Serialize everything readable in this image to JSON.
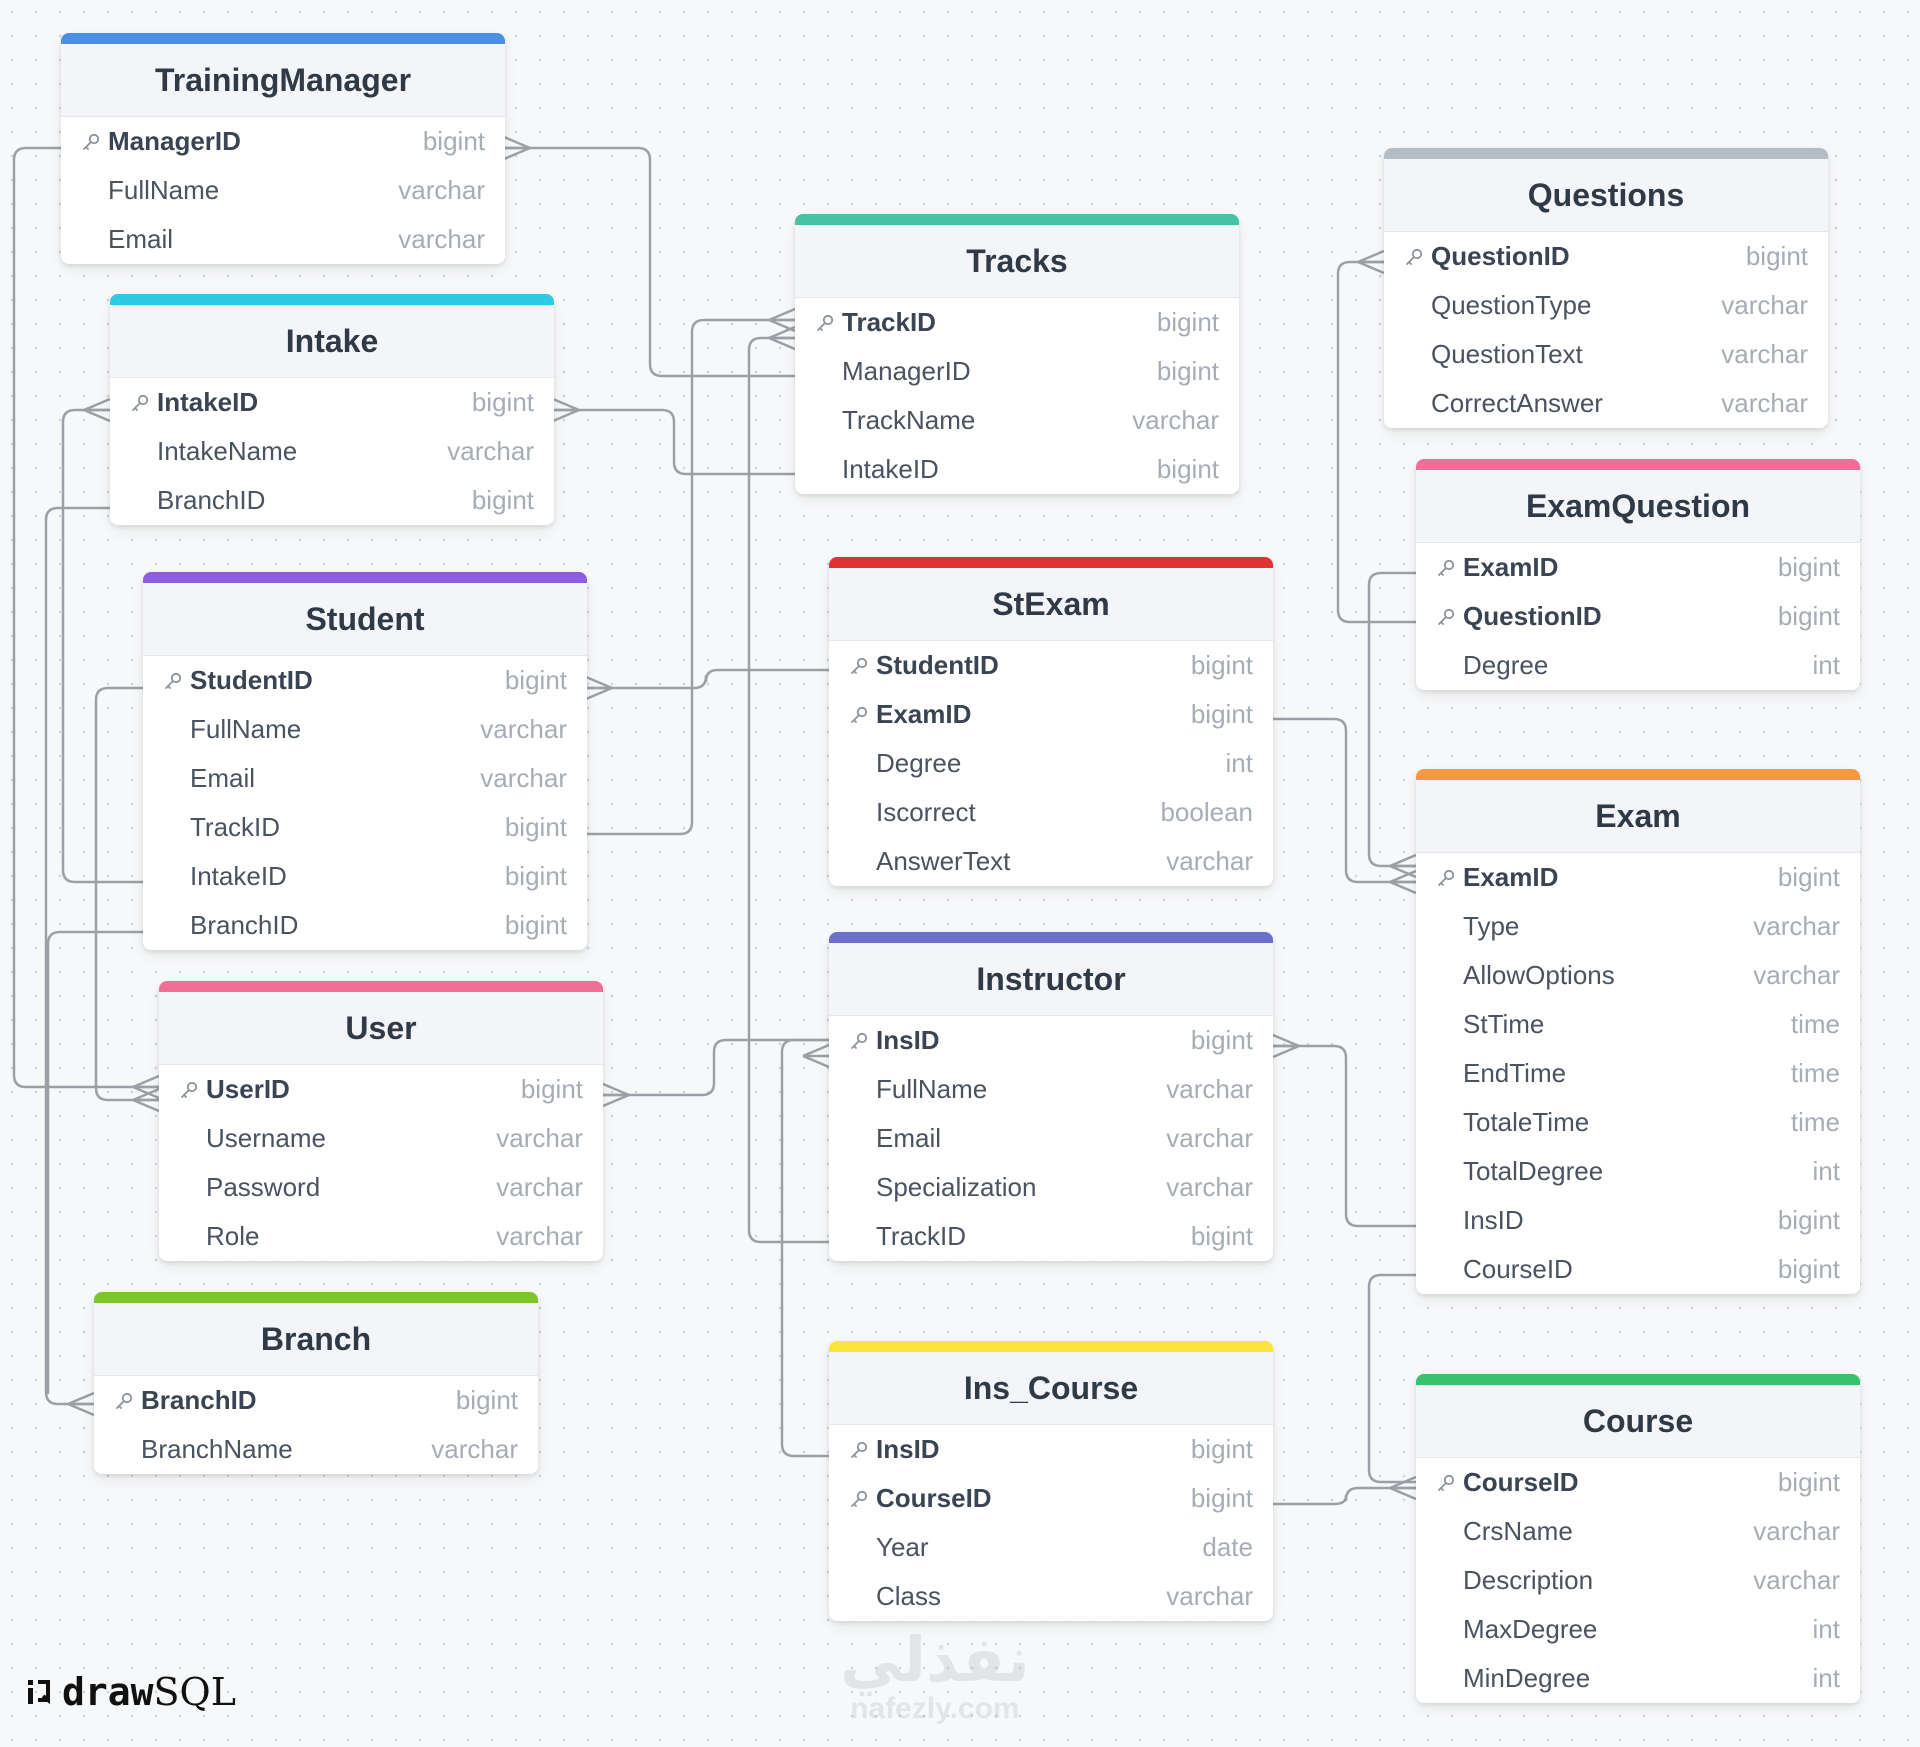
{
  "app": {
    "brand": "drawSQL",
    "brand_draw": "draw",
    "brand_sql": "SQL"
  },
  "watermark": {
    "arabic": "نفذلي",
    "latin": "nafezly.com"
  },
  "colors": {
    "line": "#9aa0a6",
    "key_icon": "#8c939b"
  },
  "tables": [
    {
      "id": "TrainingManager",
      "name": "TrainingManager",
      "color": "#4a90e2",
      "columns": [
        {
          "name": "ManagerID",
          "type": "bigint",
          "pk": true
        },
        {
          "name": "FullName",
          "type": "varchar",
          "pk": false
        },
        {
          "name": "Email",
          "type": "varchar",
          "pk": false
        }
      ]
    },
    {
      "id": "Intake",
      "name": "Intake",
      "color": "#2ec9e6",
      "columns": [
        {
          "name": "IntakeID",
          "type": "bigint",
          "pk": true
        },
        {
          "name": "IntakeName",
          "type": "varchar",
          "pk": false
        },
        {
          "name": "BranchID",
          "type": "bigint",
          "pk": false
        }
      ]
    },
    {
      "id": "Student",
      "name": "Student",
      "color": "#8f5ce0",
      "columns": [
        {
          "name": "StudentID",
          "type": "bigint",
          "pk": true
        },
        {
          "name": "FullName",
          "type": "varchar",
          "pk": false
        },
        {
          "name": "Email",
          "type": "varchar",
          "pk": false
        },
        {
          "name": "TrackID",
          "type": "bigint",
          "pk": false
        },
        {
          "name": "IntakeID",
          "type": "bigint",
          "pk": false
        },
        {
          "name": "BranchID",
          "type": "bigint",
          "pk": false
        }
      ]
    },
    {
      "id": "User",
      "name": "User",
      "color": "#f06e98",
      "columns": [
        {
          "name": "UserID",
          "type": "bigint",
          "pk": true
        },
        {
          "name": "Username",
          "type": "varchar",
          "pk": false
        },
        {
          "name": "Password",
          "type": "varchar",
          "pk": false
        },
        {
          "name": "Role",
          "type": "varchar",
          "pk": false
        }
      ]
    },
    {
      "id": "Branch",
      "name": "Branch",
      "color": "#7cc62b",
      "columns": [
        {
          "name": "BranchID",
          "type": "bigint",
          "pk": true
        },
        {
          "name": "BranchName",
          "type": "varchar",
          "pk": false
        }
      ]
    },
    {
      "id": "Tracks",
      "name": "Tracks",
      "color": "#46c2a6",
      "columns": [
        {
          "name": "TrackID",
          "type": "bigint",
          "pk": true
        },
        {
          "name": "ManagerID",
          "type": "bigint",
          "pk": false
        },
        {
          "name": "TrackName",
          "type": "varchar",
          "pk": false
        },
        {
          "name": "IntakeID",
          "type": "bigint",
          "pk": false
        }
      ]
    },
    {
      "id": "StExam",
      "name": "StExam",
      "color": "#dd3431",
      "columns": [
        {
          "name": "StudentID",
          "type": "bigint",
          "pk": true
        },
        {
          "name": "ExamID",
          "type": "bigint",
          "pk": true
        },
        {
          "name": "Degree",
          "type": "int",
          "pk": false
        },
        {
          "name": "Iscorrect",
          "type": "boolean",
          "pk": false
        },
        {
          "name": "AnswerText",
          "type": "varchar",
          "pk": false
        }
      ]
    },
    {
      "id": "Instructor",
      "name": "Instructor",
      "color": "#6b70cf",
      "columns": [
        {
          "name": "InsID",
          "type": "bigint",
          "pk": true
        },
        {
          "name": "FullName",
          "type": "varchar",
          "pk": false
        },
        {
          "name": "Email",
          "type": "varchar",
          "pk": false
        },
        {
          "name": "Specialization",
          "type": "varchar",
          "pk": false
        },
        {
          "name": "TrackID",
          "type": "bigint",
          "pk": false
        }
      ]
    },
    {
      "id": "Ins_Course",
      "name": "Ins_Course",
      "color": "#f9e43d",
      "columns": [
        {
          "name": "InsID",
          "type": "bigint",
          "pk": true
        },
        {
          "name": "CourseID",
          "type": "bigint",
          "pk": true
        },
        {
          "name": "Year",
          "type": "date",
          "pk": false
        },
        {
          "name": "Class",
          "type": "varchar",
          "pk": false
        }
      ]
    },
    {
      "id": "Questions",
      "name": "Questions",
      "color": "#b4bcc6",
      "columns": [
        {
          "name": "QuestionID",
          "type": "bigint",
          "pk": true
        },
        {
          "name": "QuestionType",
          "type": "varchar",
          "pk": false
        },
        {
          "name": "QuestionText",
          "type": "varchar",
          "pk": false
        },
        {
          "name": "CorrectAnswer",
          "type": "varchar",
          "pk": false
        }
      ]
    },
    {
      "id": "ExamQuestion",
      "name": "ExamQuestion",
      "color": "#f06e98",
      "columns": [
        {
          "name": "ExamID",
          "type": "bigint",
          "pk": true
        },
        {
          "name": "QuestionID",
          "type": "bigint",
          "pk": true
        },
        {
          "name": "Degree",
          "type": "int",
          "pk": false
        }
      ]
    },
    {
      "id": "Exam",
      "name": "Exam",
      "color": "#f79a3e",
      "columns": [
        {
          "name": "ExamID",
          "type": "bigint",
          "pk": true
        },
        {
          "name": "Type",
          "type": "varchar",
          "pk": false
        },
        {
          "name": "AllowOptions",
          "type": "varchar",
          "pk": false
        },
        {
          "name": "StTime",
          "type": "time",
          "pk": false
        },
        {
          "name": "EndTime",
          "type": "time",
          "pk": false
        },
        {
          "name": "TotaleTime",
          "type": "time",
          "pk": false
        },
        {
          "name": "TotalDegree",
          "type": "int",
          "pk": false
        },
        {
          "name": "InsID",
          "type": "bigint",
          "pk": false
        },
        {
          "name": "CourseID",
          "type": "bigint",
          "pk": false
        }
      ]
    },
    {
      "id": "Course",
      "name": "Course",
      "color": "#39c16b",
      "columns": [
        {
          "name": "CourseID",
          "type": "bigint",
          "pk": true
        },
        {
          "name": "CrsName",
          "type": "varchar",
          "pk": false
        },
        {
          "name": "Description",
          "type": "varchar",
          "pk": false
        },
        {
          "name": "MaxDegree",
          "type": "int",
          "pk": false
        },
        {
          "name": "MinDegree",
          "type": "int",
          "pk": false
        }
      ]
    }
  ]
}
